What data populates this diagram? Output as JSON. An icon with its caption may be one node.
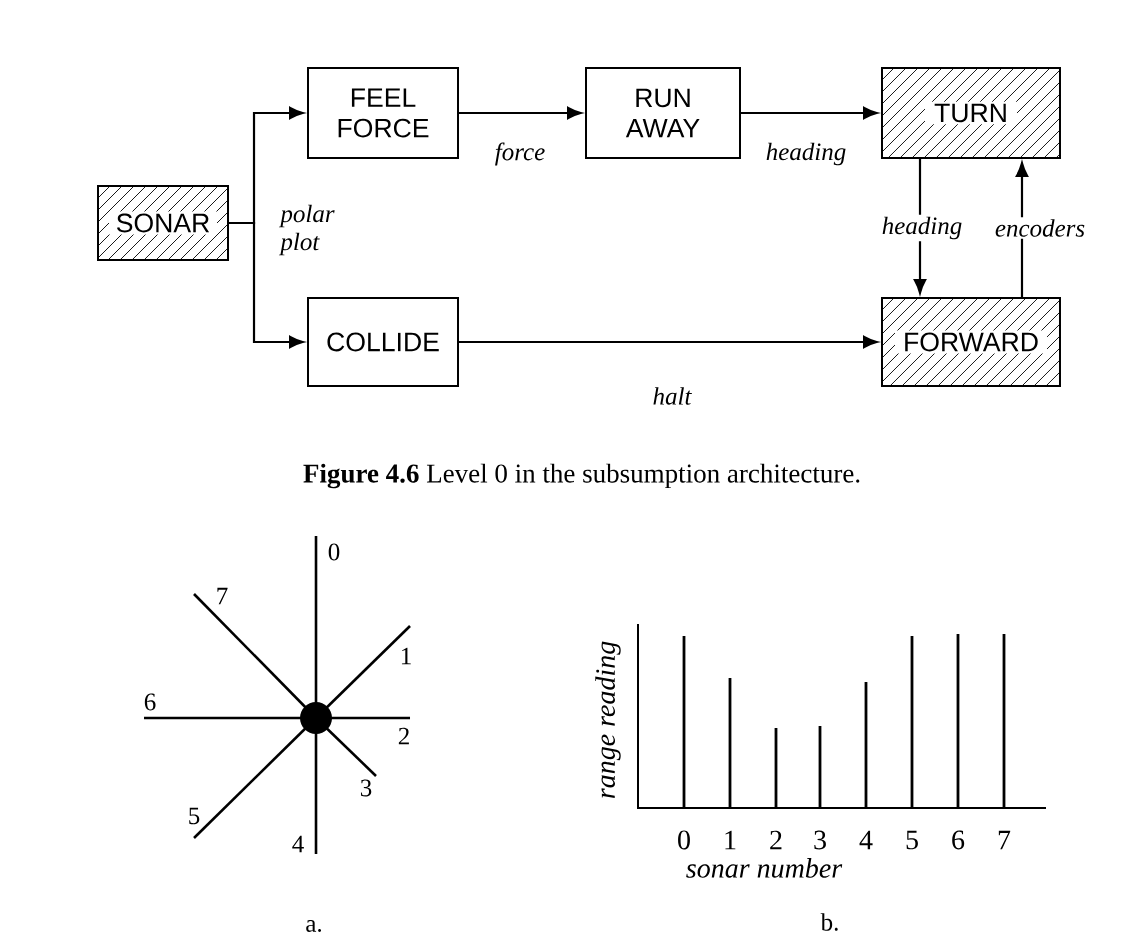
{
  "diagram": {
    "caption": "**Figure 4.6** Level 0 in the subsumption architecture.",
    "nodes": [
      {
        "text": [
          "SONAR"
        ]
      },
      {
        "text": [
          "FEEL FORCE"
        ]
      },
      {
        "text": [
          "RUN AWAY"
        ]
      },
      {
        "text": [
          "TURN"
        ]
      },
      {
        "text": [
          "COLLIDE"
        ]
      },
      {
        "text": [
          "FORWARD"
        ]
      }
    ],
    "edges": [
      {
        "from": 0,
        "to": 1,
        "arrow": "to",
        "label": "polar plot"
      },
      {
        "from": 0,
        "to": 4,
        "arrow": "to"
      },
      {
        "from": 1,
        "to": 2,
        "arrow": "to",
        "label": "force"
      },
      {
        "from": 2,
        "to": 3,
        "arrow": "to",
        "label": "heading"
      },
      {
        "from": 3,
        "to": 5,
        "arrow": "to",
        "label": "heading"
      },
      {
        "from": 5,
        "to": 3,
        "arrow": "to",
        "label": "encoders"
      },
      {
        "from": 4,
        "to": 5,
        "arrow": "to",
        "label": "halt"
      }
    ],
    "labels": [
      "0",
      "7",
      "1",
      "6",
      "2",
      "3",
      "5",
      "4",
      "a.",
      "range reading",
      "0",
      "1",
      "2",
      "3",
      "4",
      "5",
      "6",
      "7",
      "sonar number",
      "b."
    ]
  }
}
